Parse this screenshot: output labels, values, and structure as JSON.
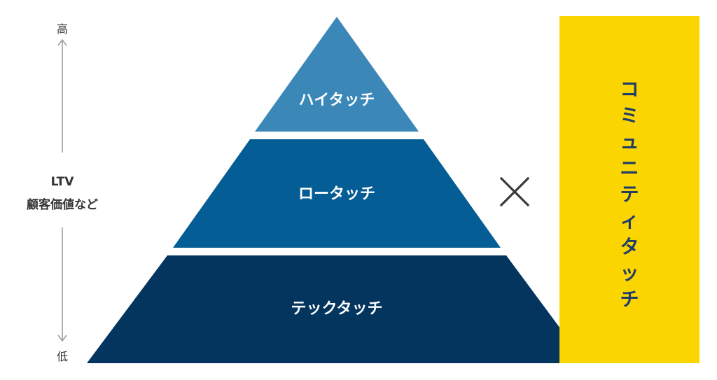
{
  "axis": {
    "top_label": "高",
    "bottom_label": "低",
    "metric_line1": "LTV",
    "metric_line2": "顧客価値など"
  },
  "tiers": [
    {
      "label": "ハイタッチ",
      "color": "#3a87b8"
    },
    {
      "label": "ロータッチ",
      "color": "#045e95"
    },
    {
      "label": "テックタッチ",
      "color": "#03355f"
    }
  ],
  "multiply_symbol": "✕",
  "community": {
    "chars": [
      "コ",
      "ミ",
      "ュ",
      "ニ",
      "テ",
      "ィ",
      "タ",
      "ッ",
      "チ"
    ],
    "bg_color": "#fbd500",
    "text_color": "#1f3d68"
  }
}
